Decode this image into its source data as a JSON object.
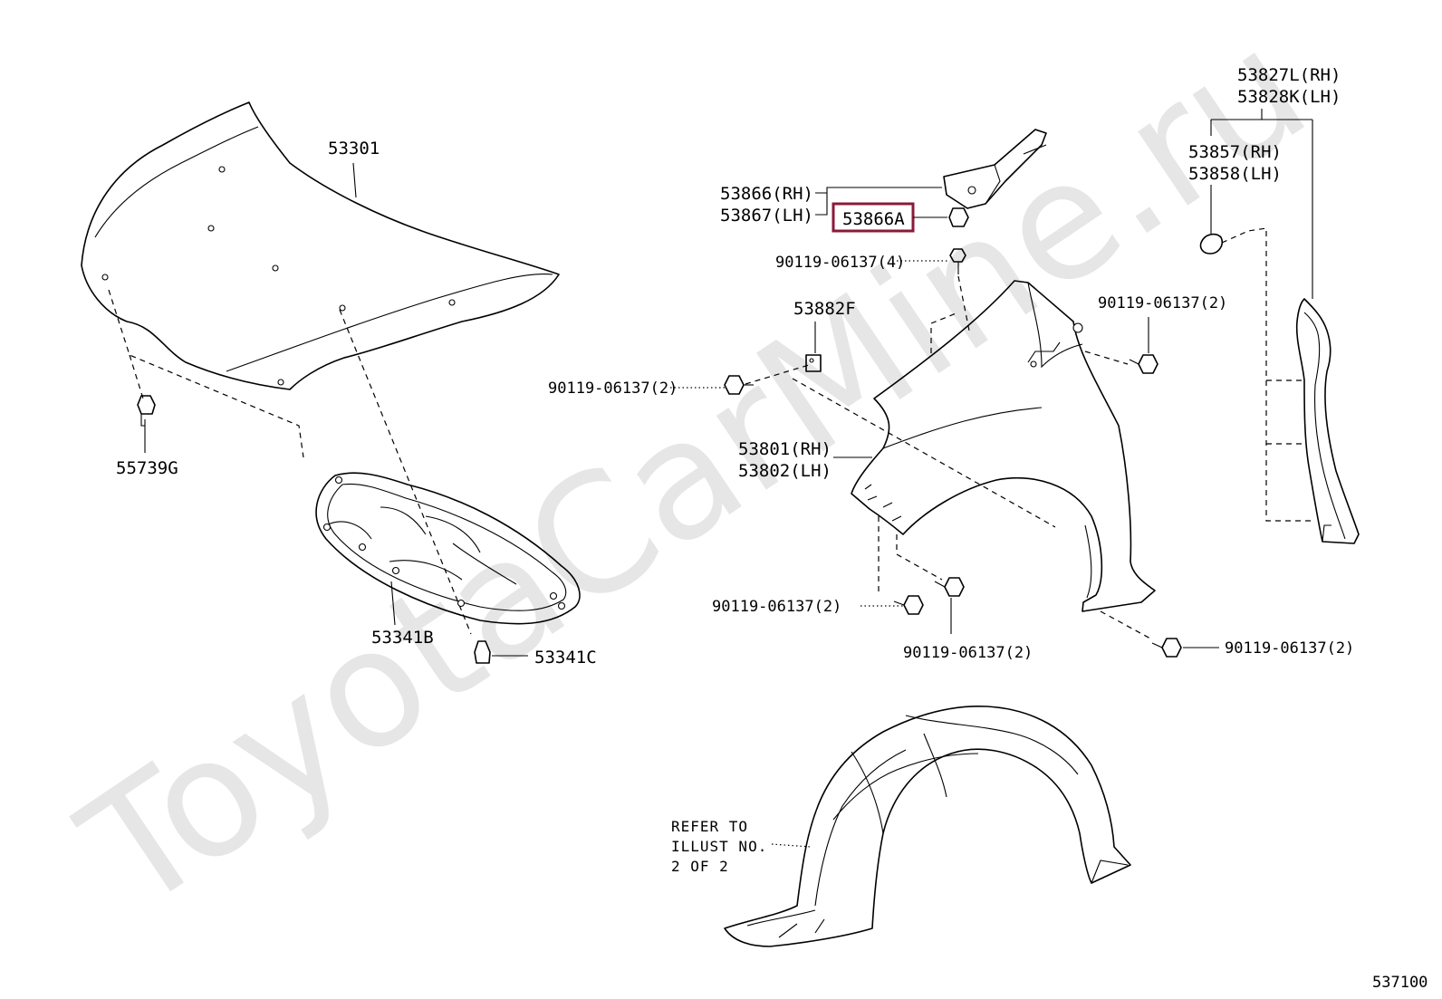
{
  "watermark": "ToyotaCarMine.ru",
  "highlight_color": "#8b1a3a",
  "parts": {
    "hood": "53301",
    "hood_insulator": "53341B",
    "insulator_clip": "53341C",
    "hood_clip": "55739G",
    "fender_rh": "53801(RH)",
    "fender_lh": "53802(LH)",
    "bracket_rh": "53866(RH)",
    "bracket_lh": "53867(LH)",
    "bracket_sub": "53866A",
    "seal_upper_rh": "53827L(RH)",
    "seal_upper_lh": "53828K(LH)",
    "seal_lower_rh": "53857(RH)",
    "seal_lower_lh": "53858(LH)",
    "plate": "53882F",
    "bolt_top": "90119-06137(4)",
    "bolt_right": "90119-06137(2)",
    "bolt_left": "90119-06137(2)",
    "bolt_bottom_left": "90119-06137(2)",
    "bolt_bottom_mid": "90119-06137(2)",
    "bolt_bottom_right": "90119-06137(2)"
  },
  "refer": {
    "line1": "REFER TO",
    "line2": "ILLUST NO.",
    "line3": "2 OF 2"
  },
  "illustration_code": "537100"
}
